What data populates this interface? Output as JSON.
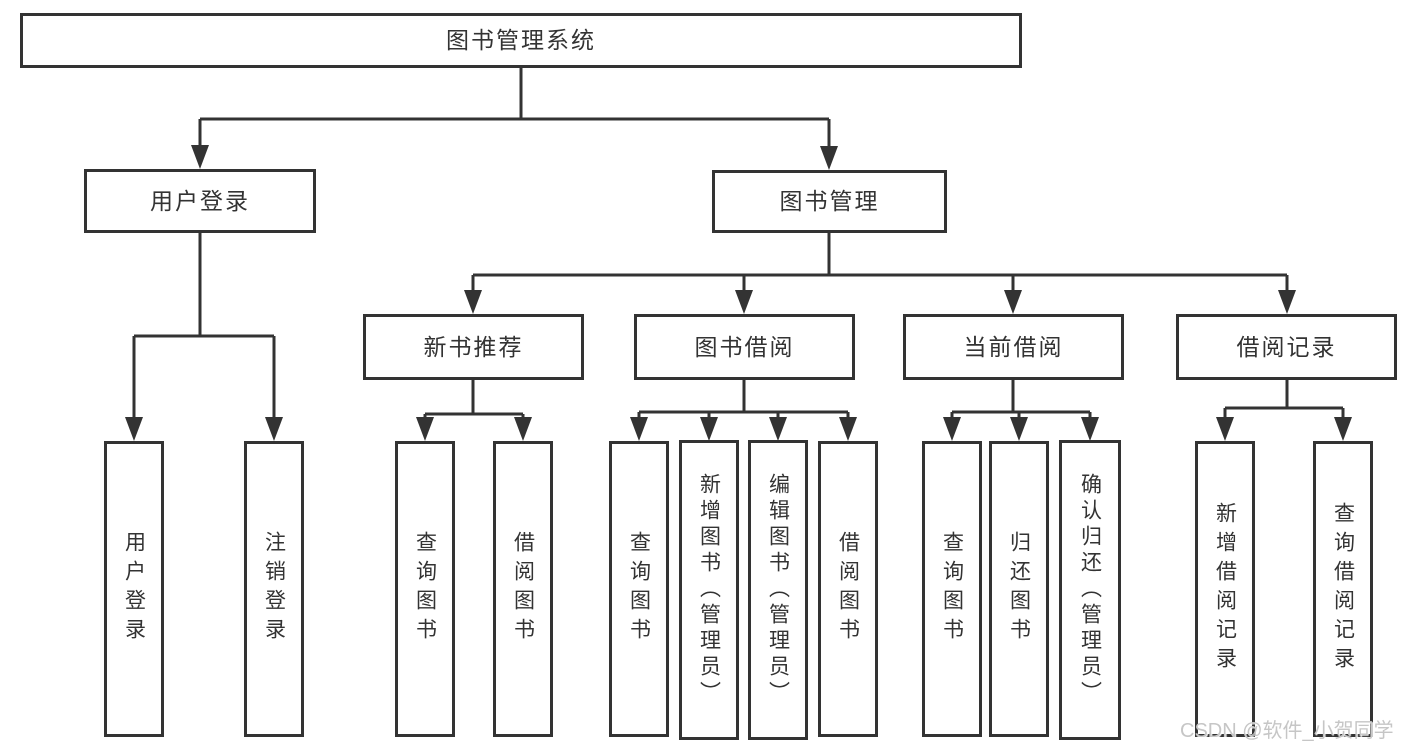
{
  "root_label": "图书管理系统",
  "level2": {
    "user_login": "用户登录",
    "book_management": "图书管理"
  },
  "level3": {
    "new_book_recommend": "新书推荐",
    "book_borrow": "图书借阅",
    "current_borrow": "当前借阅",
    "borrow_records": "借阅记录"
  },
  "leaves": {
    "user_login": "用户登录",
    "logout": "注销登录",
    "recommend_query_book": "查询图书",
    "recommend_borrow_book": "借阅图书",
    "borrow_query_book": "查询图书",
    "borrow_add_book": "新增图书（管理员）",
    "borrow_edit_book": "编辑图书（管理员）",
    "borrow_borrow_book": "借阅图书",
    "current_query_book": "查询图书",
    "current_return_book": "归还图书",
    "current_confirm_return": "确认归还（管理员）",
    "records_add_record": "新增借阅记录",
    "records_query_record": "查询借阅记录"
  },
  "hierarchy": {
    "图书管理系统": {
      "用户登录": [
        "用户登录",
        "注销登录"
      ],
      "图书管理": {
        "新书推荐": [
          "查询图书",
          "借阅图书"
        ],
        "图书借阅": [
          "查询图书",
          "新增图书（管理员）",
          "编辑图书（管理员）",
          "借阅图书"
        ],
        "当前借阅": [
          "查询图书",
          "归还图书",
          "确认归还（管理员）"
        ],
        "借阅记录": [
          "新增借阅记录",
          "查询借阅记录"
        ]
      }
    }
  },
  "watermark": "CSDN @软件_小贺同学",
  "colors": {
    "line": "#333333",
    "box_border": "#333333",
    "box_background": "#ffffff",
    "text": "#333333",
    "watermark_text": "#c6c6c6",
    "page_background": "#ffffff"
  }
}
